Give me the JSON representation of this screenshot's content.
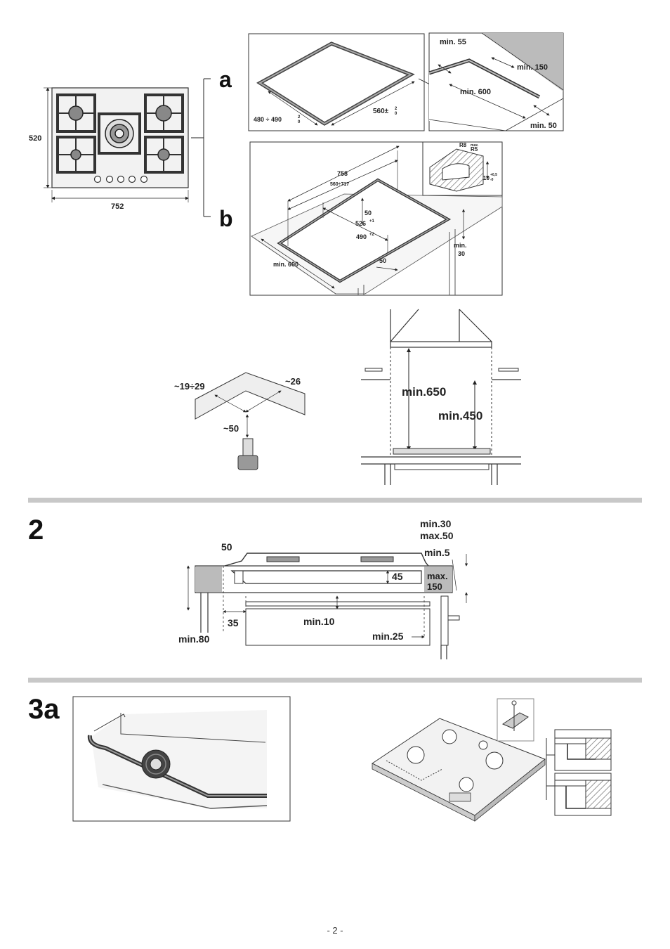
{
  "fig1": {
    "hob": {
      "w": "752",
      "h": "520"
    },
    "label_a": "a",
    "label_b": "b",
    "a_left": {
      "d1": "480 ÷ 490",
      "d1_tol_top": "2",
      "d1_tol_bot": "0",
      "d2": "560±",
      "d2_tol_top": "2",
      "d2_tol_bot": "0"
    },
    "a_right": {
      "min55": "min. 55",
      "min150": "min. 150",
      "min600": "min. 600",
      "min50": "min. 50"
    },
    "b": {
      "d758": "758",
      "d560717": "560÷717",
      "d50": "50",
      "d526": "526",
      "d526_sup": "+1",
      "d490": "490",
      "d490_sup": "+2",
      "min600": "min. 600",
      "d50b": "50",
      "min": "min.",
      "thirty": "30"
    },
    "inset": {
      "r8": "R8",
      "max": "max.",
      "r5": "R5",
      "ten": "10",
      "ten_sup": "+0,5",
      "ten_sub": "-0"
    },
    "nut": {
      "a": "~19÷29",
      "b": "~26",
      "c": "~50"
    },
    "hood": {
      "min650": "min.650",
      "min450": "min.450"
    }
  },
  "fig2": {
    "number": "2",
    "min30": "min.30",
    "max50": "max.50",
    "min5": "min.5",
    "d50": "50",
    "d45": "45",
    "max": "max.",
    "d150": "150",
    "d35": "35",
    "min10": "min.10",
    "min80": "min.80",
    "min25": "min.25"
  },
  "fig3": {
    "number": "3a"
  },
  "page_number": "- 2 -"
}
